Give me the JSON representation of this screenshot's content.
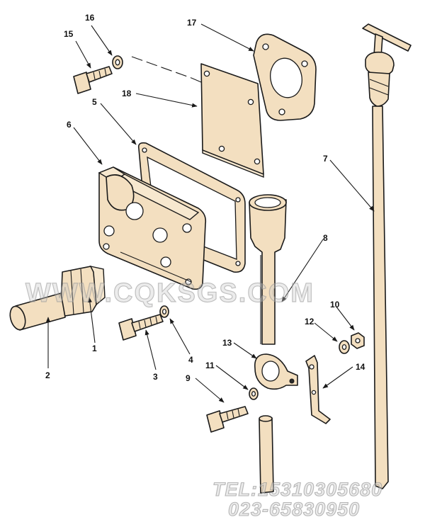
{
  "callouts": {
    "c1": "1",
    "c2": "2",
    "c3": "3",
    "c4": "4",
    "c5": "5",
    "c6": "6",
    "c7": "7",
    "c8": "8",
    "c9": "9",
    "c10": "10",
    "c11": "11",
    "c12": "12",
    "c13": "13",
    "c14": "14",
    "c15": "15",
    "c16": "16",
    "c17": "17",
    "c18": "18"
  },
  "watermark": {
    "site": "WWW.CQKSGS.COM",
    "phone": "TEL:15310305680",
    "phone2": "023-65830950"
  },
  "colors": {
    "part_fill": "#f3dfc0",
    "line": "#1a1a1a"
  }
}
